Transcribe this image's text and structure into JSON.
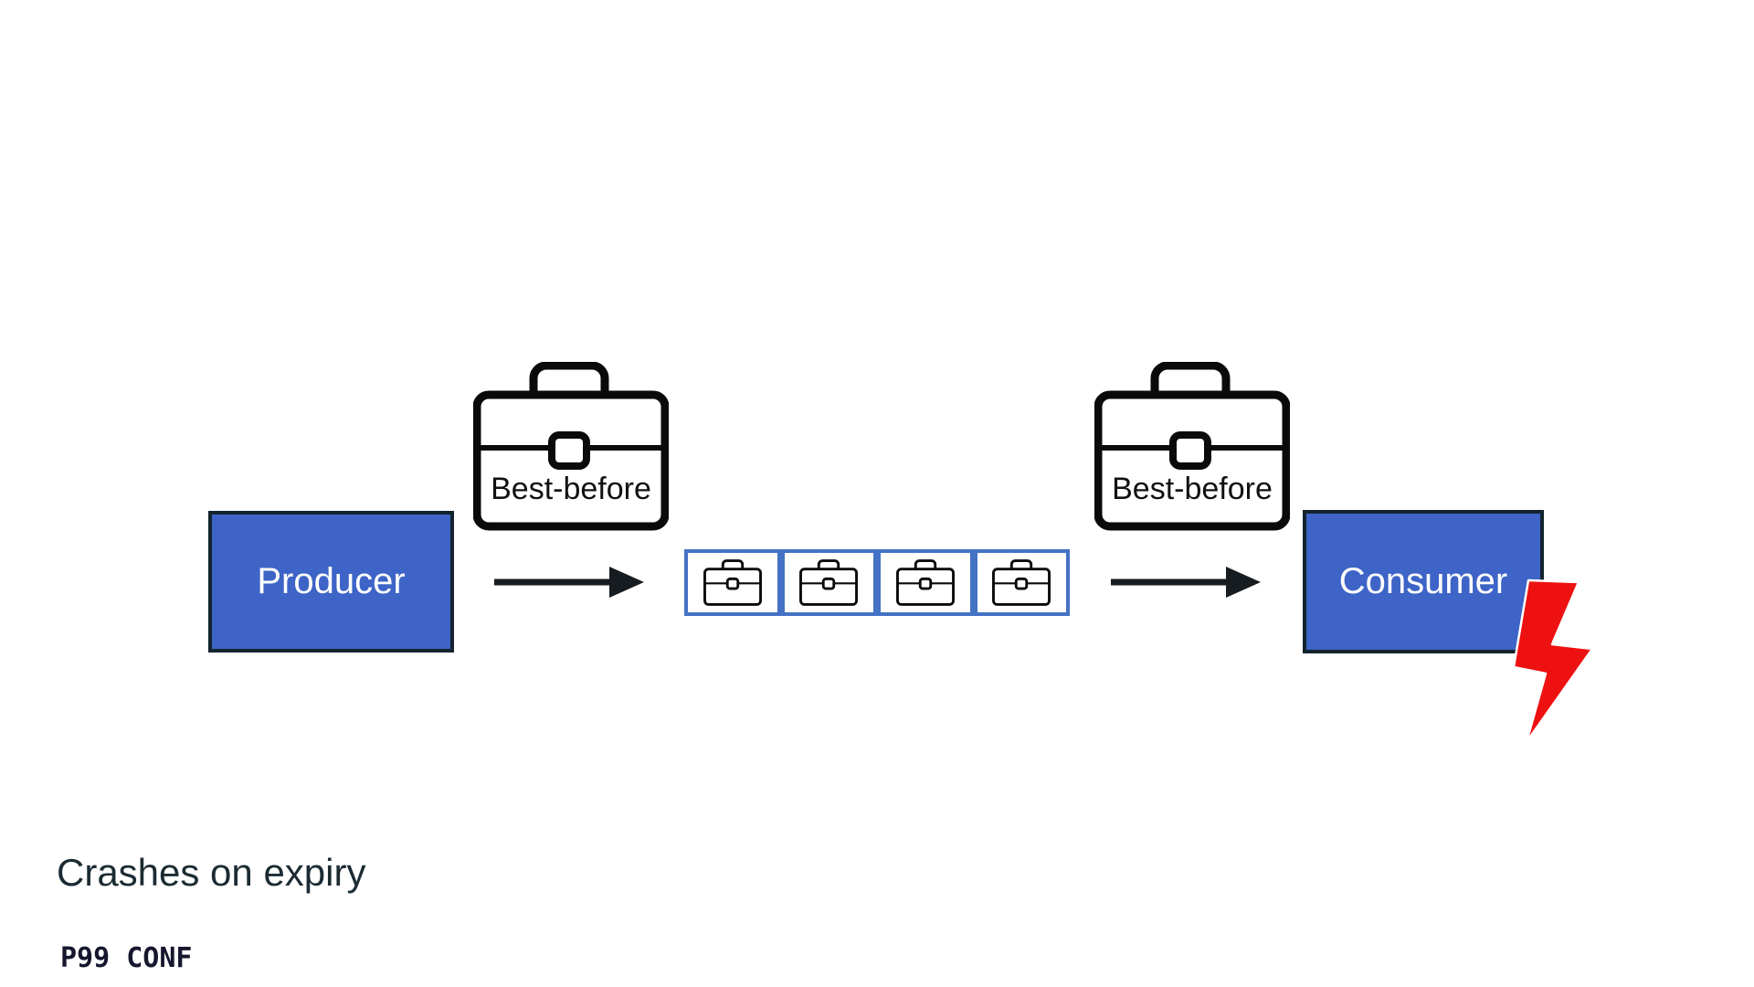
{
  "slide": {
    "title": "Crashes on expiry",
    "footer_logo": "P99 CONF"
  },
  "diagram": {
    "producer_label": "Producer",
    "consumer_label": "Consumer",
    "left_bestbefore_label": "Best-before",
    "right_bestbefore_label": "Best-before",
    "queue": {
      "cell_count": 4,
      "cell_icon": "briefcase-icon"
    },
    "icons": {
      "bestbefore": "briefcase-icon",
      "flow": "arrow-right-icon",
      "crash": "lightning-bolt-icon"
    }
  },
  "colors": {
    "box_fill": "#3d64c6",
    "box_border": "#14242e",
    "queue_border": "#4472c4",
    "icon_stroke": "#0a0a0a",
    "arrow": "#171c20",
    "bolt_red": "#ee1111",
    "bolt_outline": "#ffffff",
    "title_text": "#1c2b33",
    "logo_text": "#16172e",
    "box_text": "#ffffff",
    "bestbefore_text": "#111111"
  }
}
